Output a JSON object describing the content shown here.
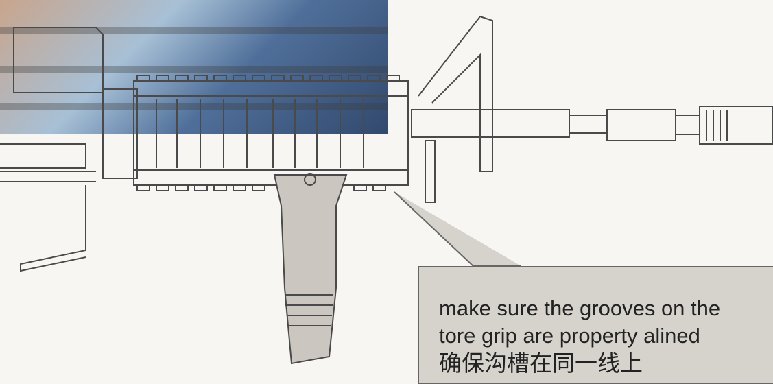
{
  "note": {
    "line1": "make sure the grooves on the",
    "line2": "tore grip are property alined",
    "line3": "确保沟槽在同一线上"
  },
  "colors": {
    "paper": "#f7f6f3",
    "line": "#4a4a4a",
    "callout_fill": "#d6d3cc",
    "grip_fill": "#cbc6bf"
  },
  "icons": [
    "rifle-illustration",
    "vertical-fore-grip",
    "photo-strip"
  ]
}
